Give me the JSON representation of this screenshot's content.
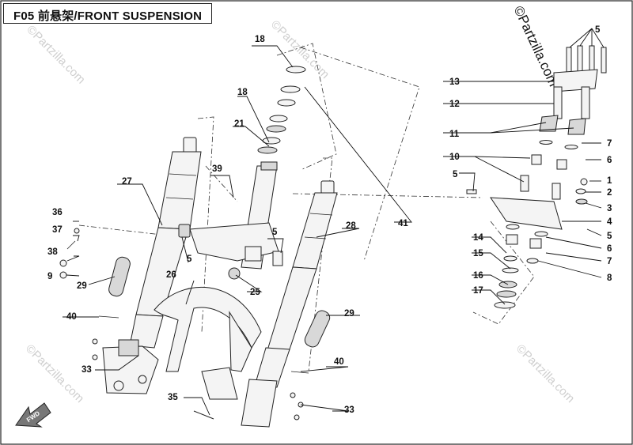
{
  "title": "F05 前悬架/FRONT SUSPENSION",
  "watermark": "©Partzilla.com",
  "callouts": [
    "1",
    "2",
    "3",
    "4",
    "5",
    "5",
    "5",
    "5",
    "5",
    "6",
    "6",
    "7",
    "7",
    "8",
    "9",
    "10",
    "11",
    "12",
    "13",
    "14",
    "15",
    "16",
    "17",
    "18",
    "18",
    "21",
    "25",
    "26",
    "27",
    "28",
    "29",
    "29",
    "33",
    "33",
    "35",
    "36",
    "37",
    "38",
    "39",
    "40",
    "40",
    "41"
  ],
  "badge": "FWD"
}
